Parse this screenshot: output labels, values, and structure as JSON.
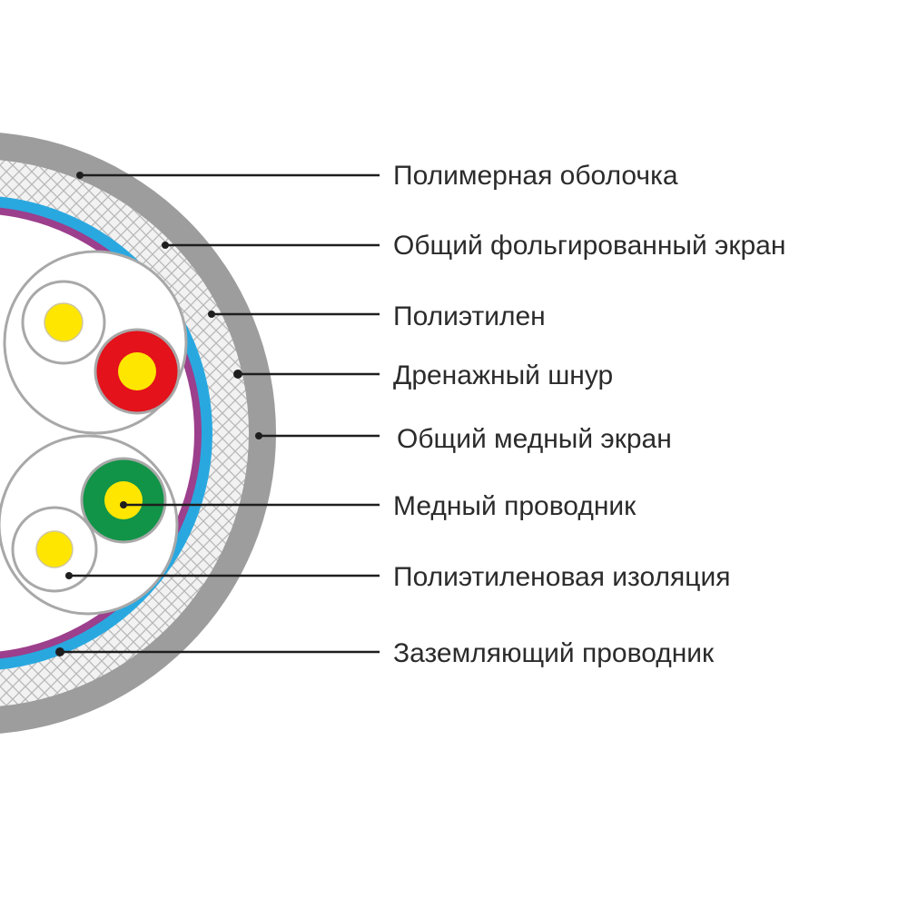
{
  "labels": {
    "outer_jacket": "Полимерная оболочка",
    "foil_screen": "Общий фольгированный экран",
    "polyethylene": "Полиэтилен",
    "drain_wire": "Дренажный шнур",
    "copper_braid": "Общий медный экран",
    "copper_conductor": "Медный проводник",
    "pe_insulation": "Полиэтиленовая изоляция",
    "ground_conductor": "Заземляющий проводник"
  },
  "colors": {
    "jacket": "#9d9d9d",
    "braid_background": "#f2f2f2",
    "braid_mesh": "#b8b8b8",
    "foil": "#29a8e0",
    "polyethylene_layer": "#9c3f8c",
    "pair_outline": "#a8a8a8",
    "conductor_yellow": "#ffe600",
    "insulation_red": "#e3121b",
    "insulation_green": "#119448",
    "insulation_white": "#ffffff",
    "leader_line": "#1e1e1e",
    "text": "#2b2b2b"
  }
}
